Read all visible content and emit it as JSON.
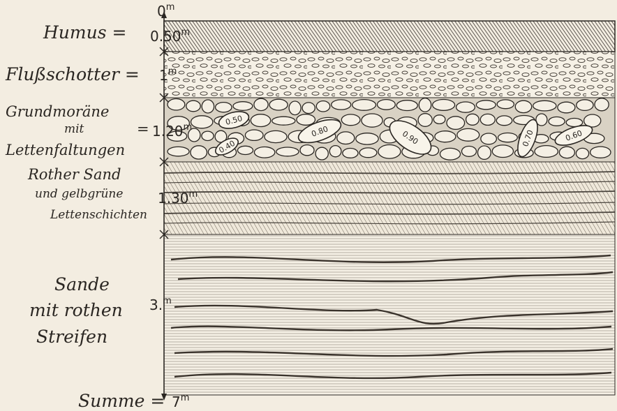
{
  "top_marker": "0",
  "top_marker_unit": "m",
  "layers": [
    {
      "id": "humus",
      "name_lines": [
        "Humus"
      ],
      "equals": "=",
      "value": "0.50",
      "unit": "m"
    },
    {
      "id": "flussschotter",
      "name_lines": [
        "Flußschotter"
      ],
      "equals": "=",
      "value": "1",
      "unit": "m"
    },
    {
      "id": "grundmoraene",
      "name_lines": [
        "Grundmoräne",
        "mit",
        "Lettenfaltungen"
      ],
      "equals": "=",
      "value": "1.20",
      "unit": "m",
      "boulder_labels": [
        "0.50",
        "0.40",
        "0.80",
        "0.90",
        "0.70",
        "0.60"
      ]
    },
    {
      "id": "rother-sand",
      "name_lines": [
        "Rother Sand",
        "und gelbgrüne",
        "Lettenschichten"
      ],
      "equals": "",
      "value": "1.30",
      "unit": "m"
    },
    {
      "id": "sande",
      "name_lines": [
        "Sande",
        "mit rothen",
        "Streifen"
      ],
      "equals": "",
      "value": "3.",
      "unit": "m"
    }
  ],
  "total": {
    "label": "Summe",
    "equals": "=",
    "value": "7",
    "unit": "m"
  }
}
